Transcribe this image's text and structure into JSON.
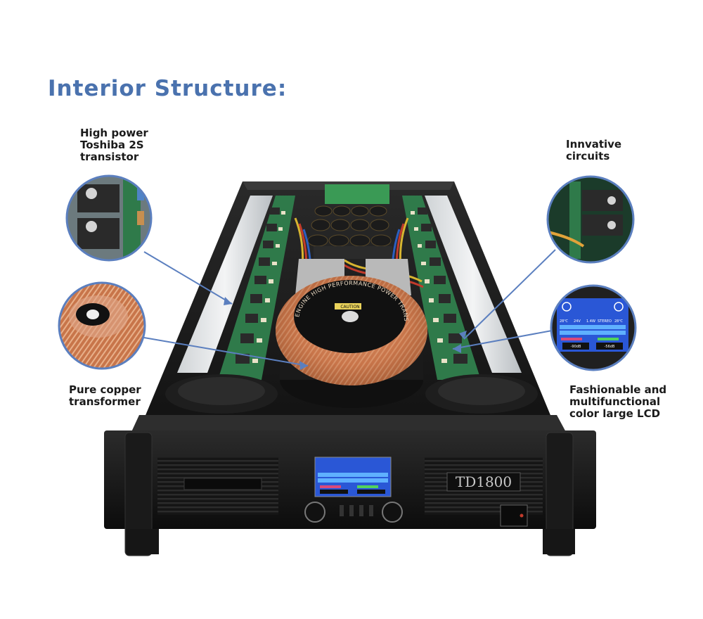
{
  "title": "Interior Structure:",
  "labels": {
    "transistor": "High power\nToshiba 2S\ntransistor",
    "copper": "Pure copper\ntransformer",
    "circuits": "Innvative\ncircuits",
    "lcd": "Fashionable and\nmultifunctional\ncolor large LCD"
  },
  "device": {
    "model": "TD1800",
    "transformer_ring_text": "ENGINE HIGH PERFORMANCE POWER TRANSFORMER",
    "caution": "CAUTION"
  },
  "lcd": {
    "stats": [
      "28℃",
      "24V",
      "1.4W",
      "STEREO",
      "28℃"
    ],
    "left_db": "-90dB",
    "right_db": "-56dB"
  },
  "colors": {
    "title": "#4a72ae",
    "callout_border": "#5b7fbf",
    "callout_line": "#5b7fbf",
    "copper": "#c8754a",
    "chassis": "#1c1c1c",
    "pcb": "#2f7a4a",
    "lcd_bg": "#2a57d6"
  }
}
